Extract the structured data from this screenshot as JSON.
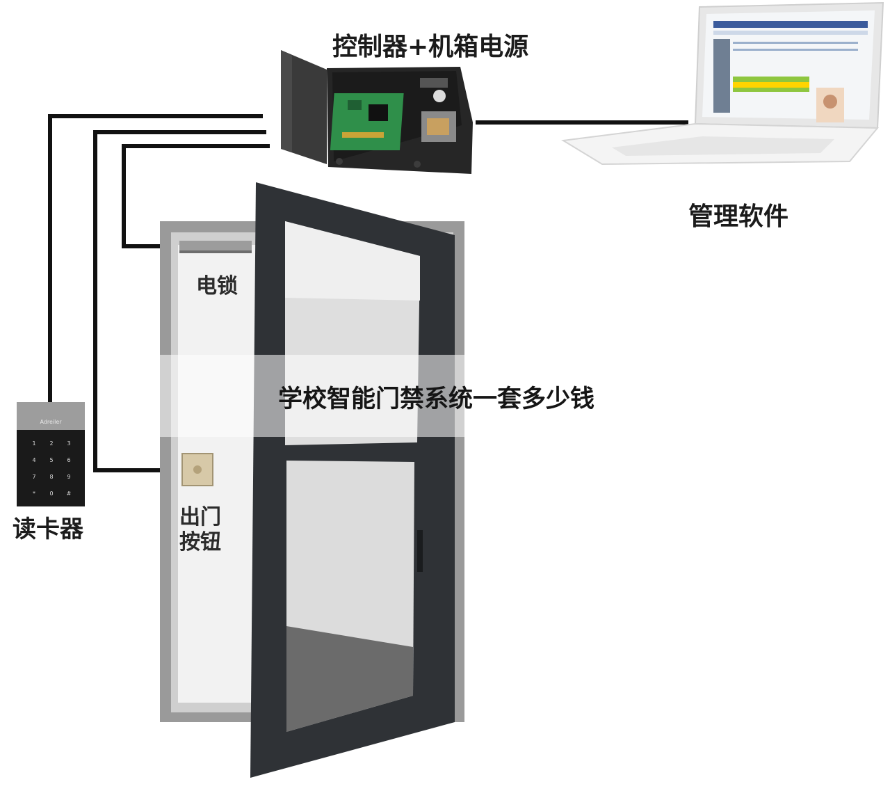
{
  "labels": {
    "controller": "控制器+机箱电源",
    "software": "管理软件",
    "electric_lock": "电锁",
    "card_reader": "读卡器",
    "exit_button_line1": "出门",
    "exit_button_line2": "按钮"
  },
  "banner": {
    "title": "学校智能门禁系统一套多少钱"
  },
  "reader": {
    "brand": "Adreiler",
    "keys": [
      "1",
      "2",
      "3",
      "4",
      "5",
      "6",
      "7",
      "8",
      "9",
      "*",
      "0",
      "#"
    ]
  },
  "colors": {
    "door_frame": "#2f3236",
    "controller_box": "#2a2a2a",
    "pcb": "#2f8f4a",
    "wire": "#111111"
  }
}
